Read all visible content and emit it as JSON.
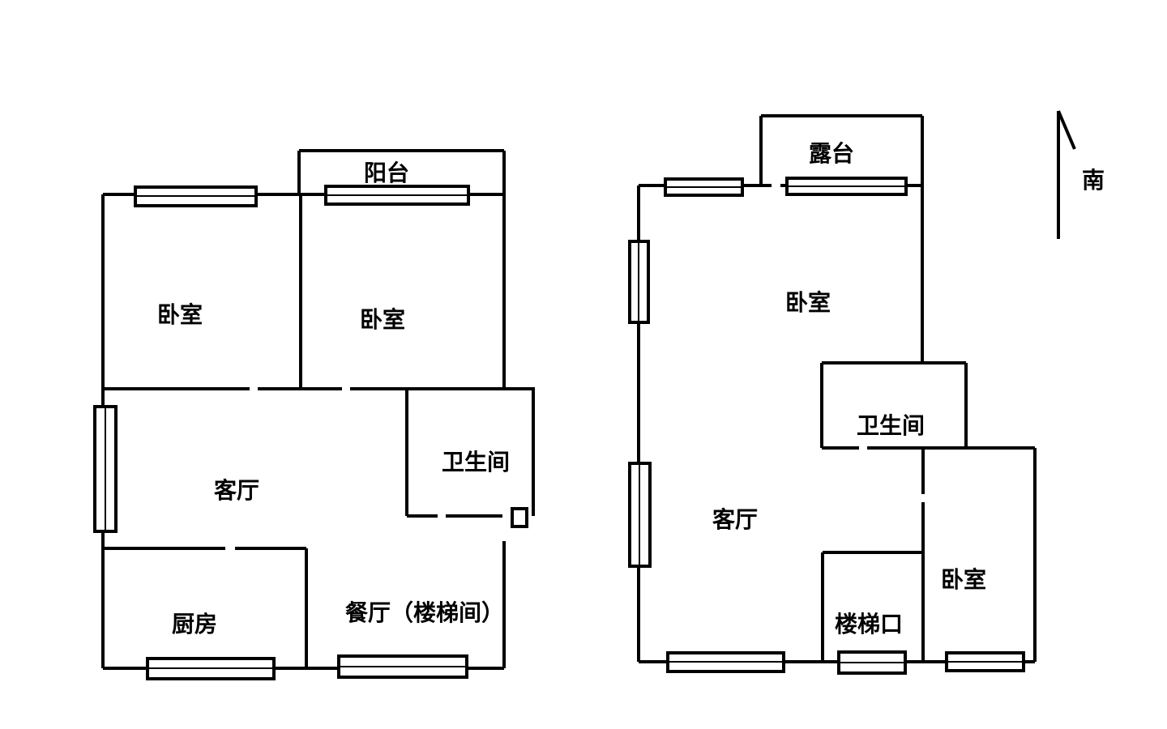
{
  "left_plan": {
    "rooms": {
      "balcony": "阳台",
      "bedroom_1": "卧室",
      "bedroom_2": "卧室",
      "living_room": "客厅",
      "bathroom": "卫生间",
      "kitchen": "厨房",
      "dining_stair": "餐厅（楼梯间）"
    }
  },
  "right_plan": {
    "rooms": {
      "terrace": "露台",
      "bedroom_main": "卧室",
      "bathroom": "卫生间",
      "living_room": "客厅",
      "staircase": "楼梯口",
      "bedroom_small": "卧室"
    }
  },
  "compass": {
    "label": "南"
  },
  "colors": {
    "line": "#000000",
    "background": "#ffffff"
  }
}
